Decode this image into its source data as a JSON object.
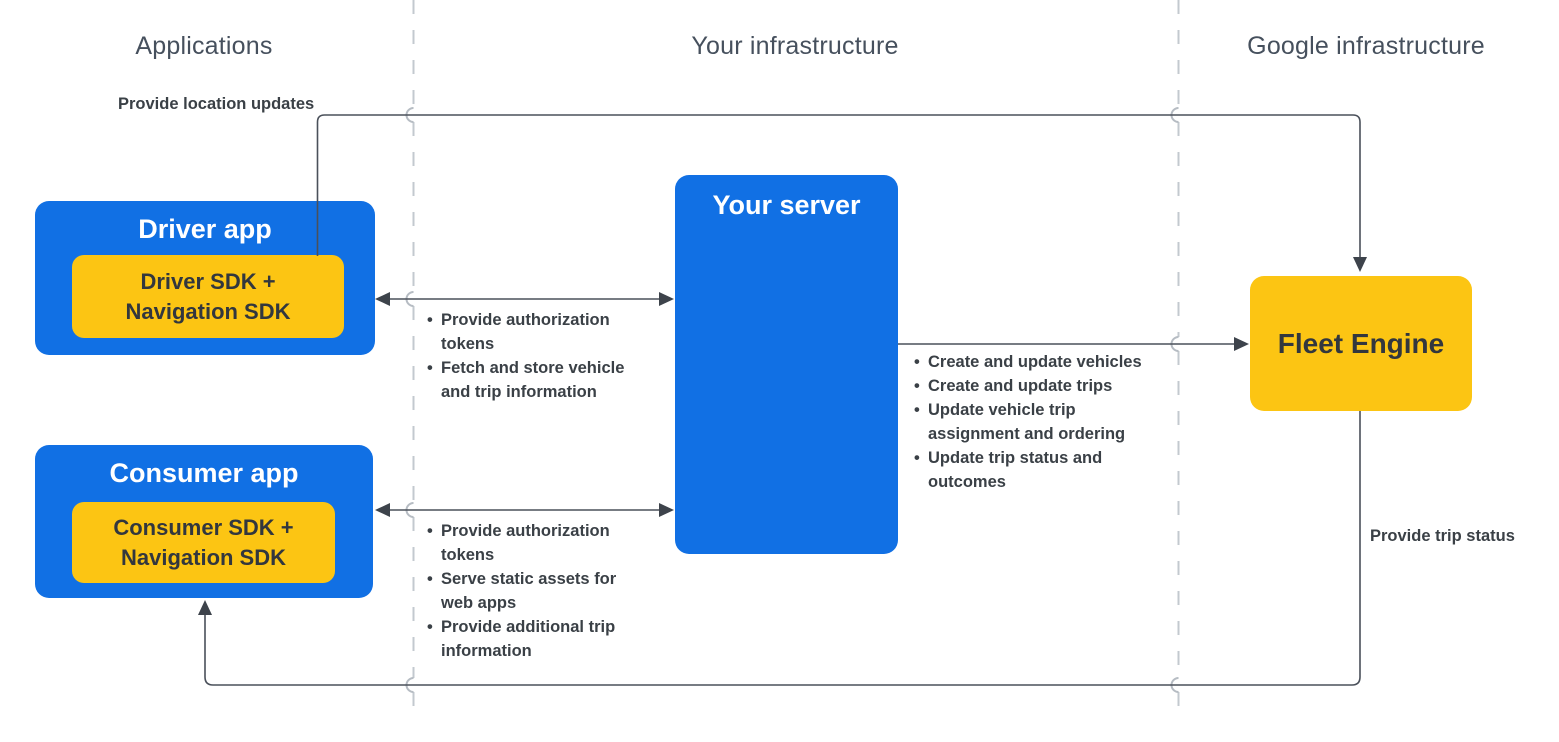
{
  "diagram": {
    "lanes": [
      {
        "label": "Applications"
      },
      {
        "label": "Your infrastructure"
      },
      {
        "label": "Google infrastructure"
      }
    ],
    "nodes": {
      "driver_app": {
        "title": "Driver app",
        "sdk": "Driver SDK + Navigation SDK"
      },
      "consumer_app": {
        "title": "Consumer app",
        "sdk": "Consumer SDK + Navigation SDK"
      },
      "your_server": {
        "title": "Your server"
      },
      "fleet_engine": {
        "title": "Fleet Engine"
      }
    },
    "edges": {
      "location_updates": {
        "label": "Provide location updates"
      },
      "driver_server": {
        "bullets": [
          "Provide authorization tokens",
          "Fetch and store vehicle and trip information"
        ]
      },
      "consumer_server": {
        "bullets": [
          "Provide authorization tokens",
          "Serve static assets for web apps",
          "Provide additional trip information"
        ]
      },
      "server_fleet": {
        "bullets": [
          "Create and update vehicles",
          "Create and update trips",
          "Update vehicle trip assignment and ordering",
          "Update trip status and outcomes"
        ]
      },
      "trip_status": {
        "label": "Provide trip status"
      }
    },
    "colors": {
      "primary_blue": "#1170e4",
      "accent_yellow": "#fcc513",
      "dark_text": "#32373e",
      "header_text": "#46505d",
      "label_text": "#3a4046",
      "edge_line": "#4a505a",
      "lane_divider": "#c3c9cf",
      "white_text": "#ffffff"
    }
  }
}
